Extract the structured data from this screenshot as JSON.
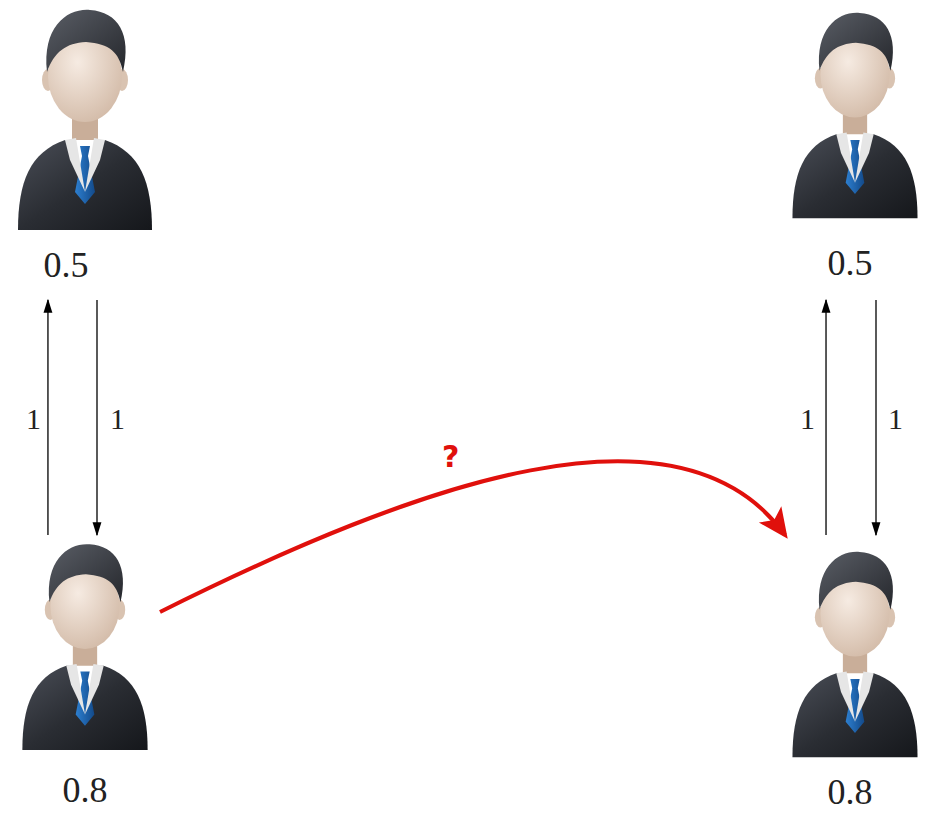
{
  "diagram": {
    "nodes": [
      {
        "text": [
          "0.5"
        ]
      },
      {
        "text": [
          "0.5"
        ]
      },
      {
        "text": [
          "0.8"
        ]
      },
      {
        "text": [
          "0.8"
        ]
      }
    ],
    "edges": [
      {
        "from": 2,
        "to": 0,
        "arrow": "to",
        "label": "1"
      },
      {
        "from": 0,
        "to": 2,
        "arrow": "to",
        "label": "1"
      },
      {
        "from": 3,
        "to": 1,
        "arrow": "to",
        "label": "1"
      },
      {
        "from": 1,
        "to": 3,
        "arrow": "to",
        "label": "1"
      },
      {
        "from": 2,
        "to": 3,
        "arrow": "to",
        "label": "?"
      }
    ]
  }
}
